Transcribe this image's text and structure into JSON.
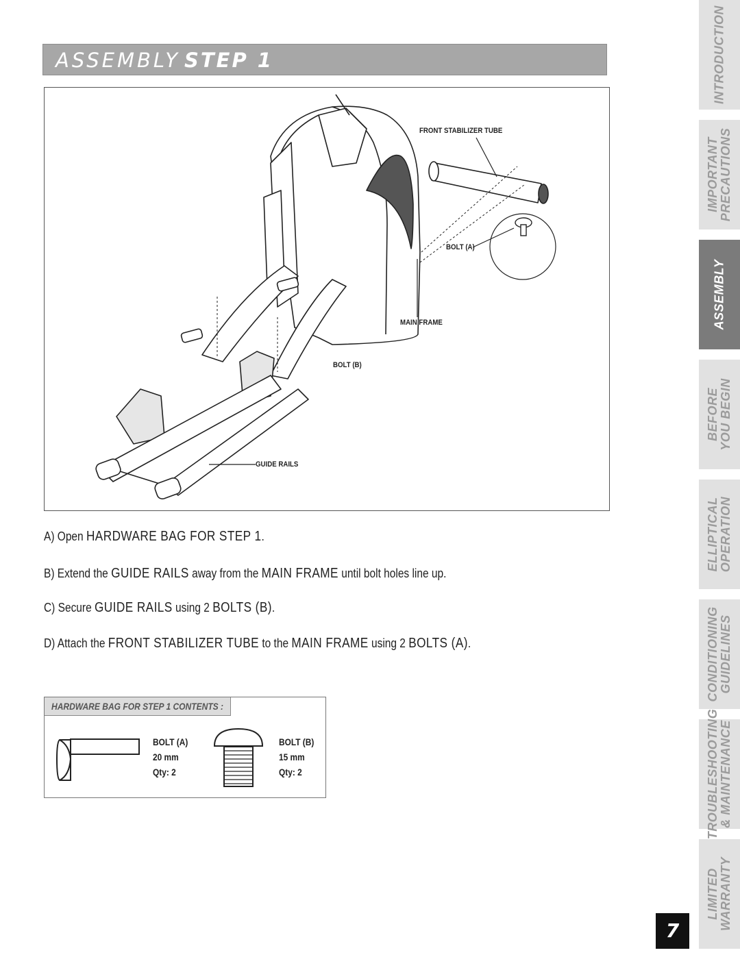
{
  "header": {
    "title_light": "ASSEMBLY",
    "title_bold": "STEP 1"
  },
  "diagram": {
    "labels": {
      "front_stabilizer_tube": "FRONT STABILIZER TUBE",
      "bolt_a": "BOLT (A)",
      "main_frame": "MAIN FRAME",
      "bolt_b": "BOLT (B)",
      "guide_rails": "GUIDE RAILS"
    }
  },
  "steps": [
    {
      "prefix": "A) Open ",
      "k1": "HARDWARE BAG FOR STEP 1",
      "suffix": "."
    },
    {
      "prefix": "B) Extend the ",
      "k1": "GUIDE RAILS",
      "mid1": " away from the ",
      "k2": "MAIN FRAME",
      "suffix": " until bolt holes line up."
    },
    {
      "prefix": "C) Secure ",
      "k1": "GUIDE RAILS",
      "mid1": " using 2 ",
      "k2": "BOLTS (B)",
      "suffix": "."
    },
    {
      "prefix": "D) Attach the ",
      "k1": "FRONT STABILIZER TUBE",
      "mid1": " to the ",
      "k2": "MAIN FRAME",
      "mid2": " using 2 ",
      "k3": "BOLTS (A)",
      "suffix": "."
    }
  ],
  "hardware": {
    "header": "HARDWARE BAG FOR STEP 1 CONTENTS :",
    "items": [
      {
        "name": "BOLT (A)",
        "size": "20 mm",
        "qty": "Qty: 2"
      },
      {
        "name": "BOLT (B)",
        "size": "15 mm",
        "qty": "Qty: 2"
      }
    ]
  },
  "side_tabs": [
    {
      "lines": [
        "INTRODUCTION"
      ],
      "active": false
    },
    {
      "lines": [
        "IMPORTANT",
        "PRECAUTIONS"
      ],
      "active": false
    },
    {
      "lines": [
        "ASSEMBLY"
      ],
      "active": true
    },
    {
      "lines": [
        "BEFORE",
        "YOU BEGIN"
      ],
      "active": false
    },
    {
      "lines": [
        "ELLIPTICAL",
        "OPERATION"
      ],
      "active": false
    },
    {
      "lines": [
        "CONDITIONING",
        "GUIDELINES"
      ],
      "active": false
    },
    {
      "lines": [
        "TROUBLESHOOTING",
        "& MAINTENANCE"
      ],
      "active": false
    },
    {
      "lines": [
        "LIMITED",
        "WARRANTY"
      ],
      "active": false
    }
  ],
  "page_number": "7"
}
